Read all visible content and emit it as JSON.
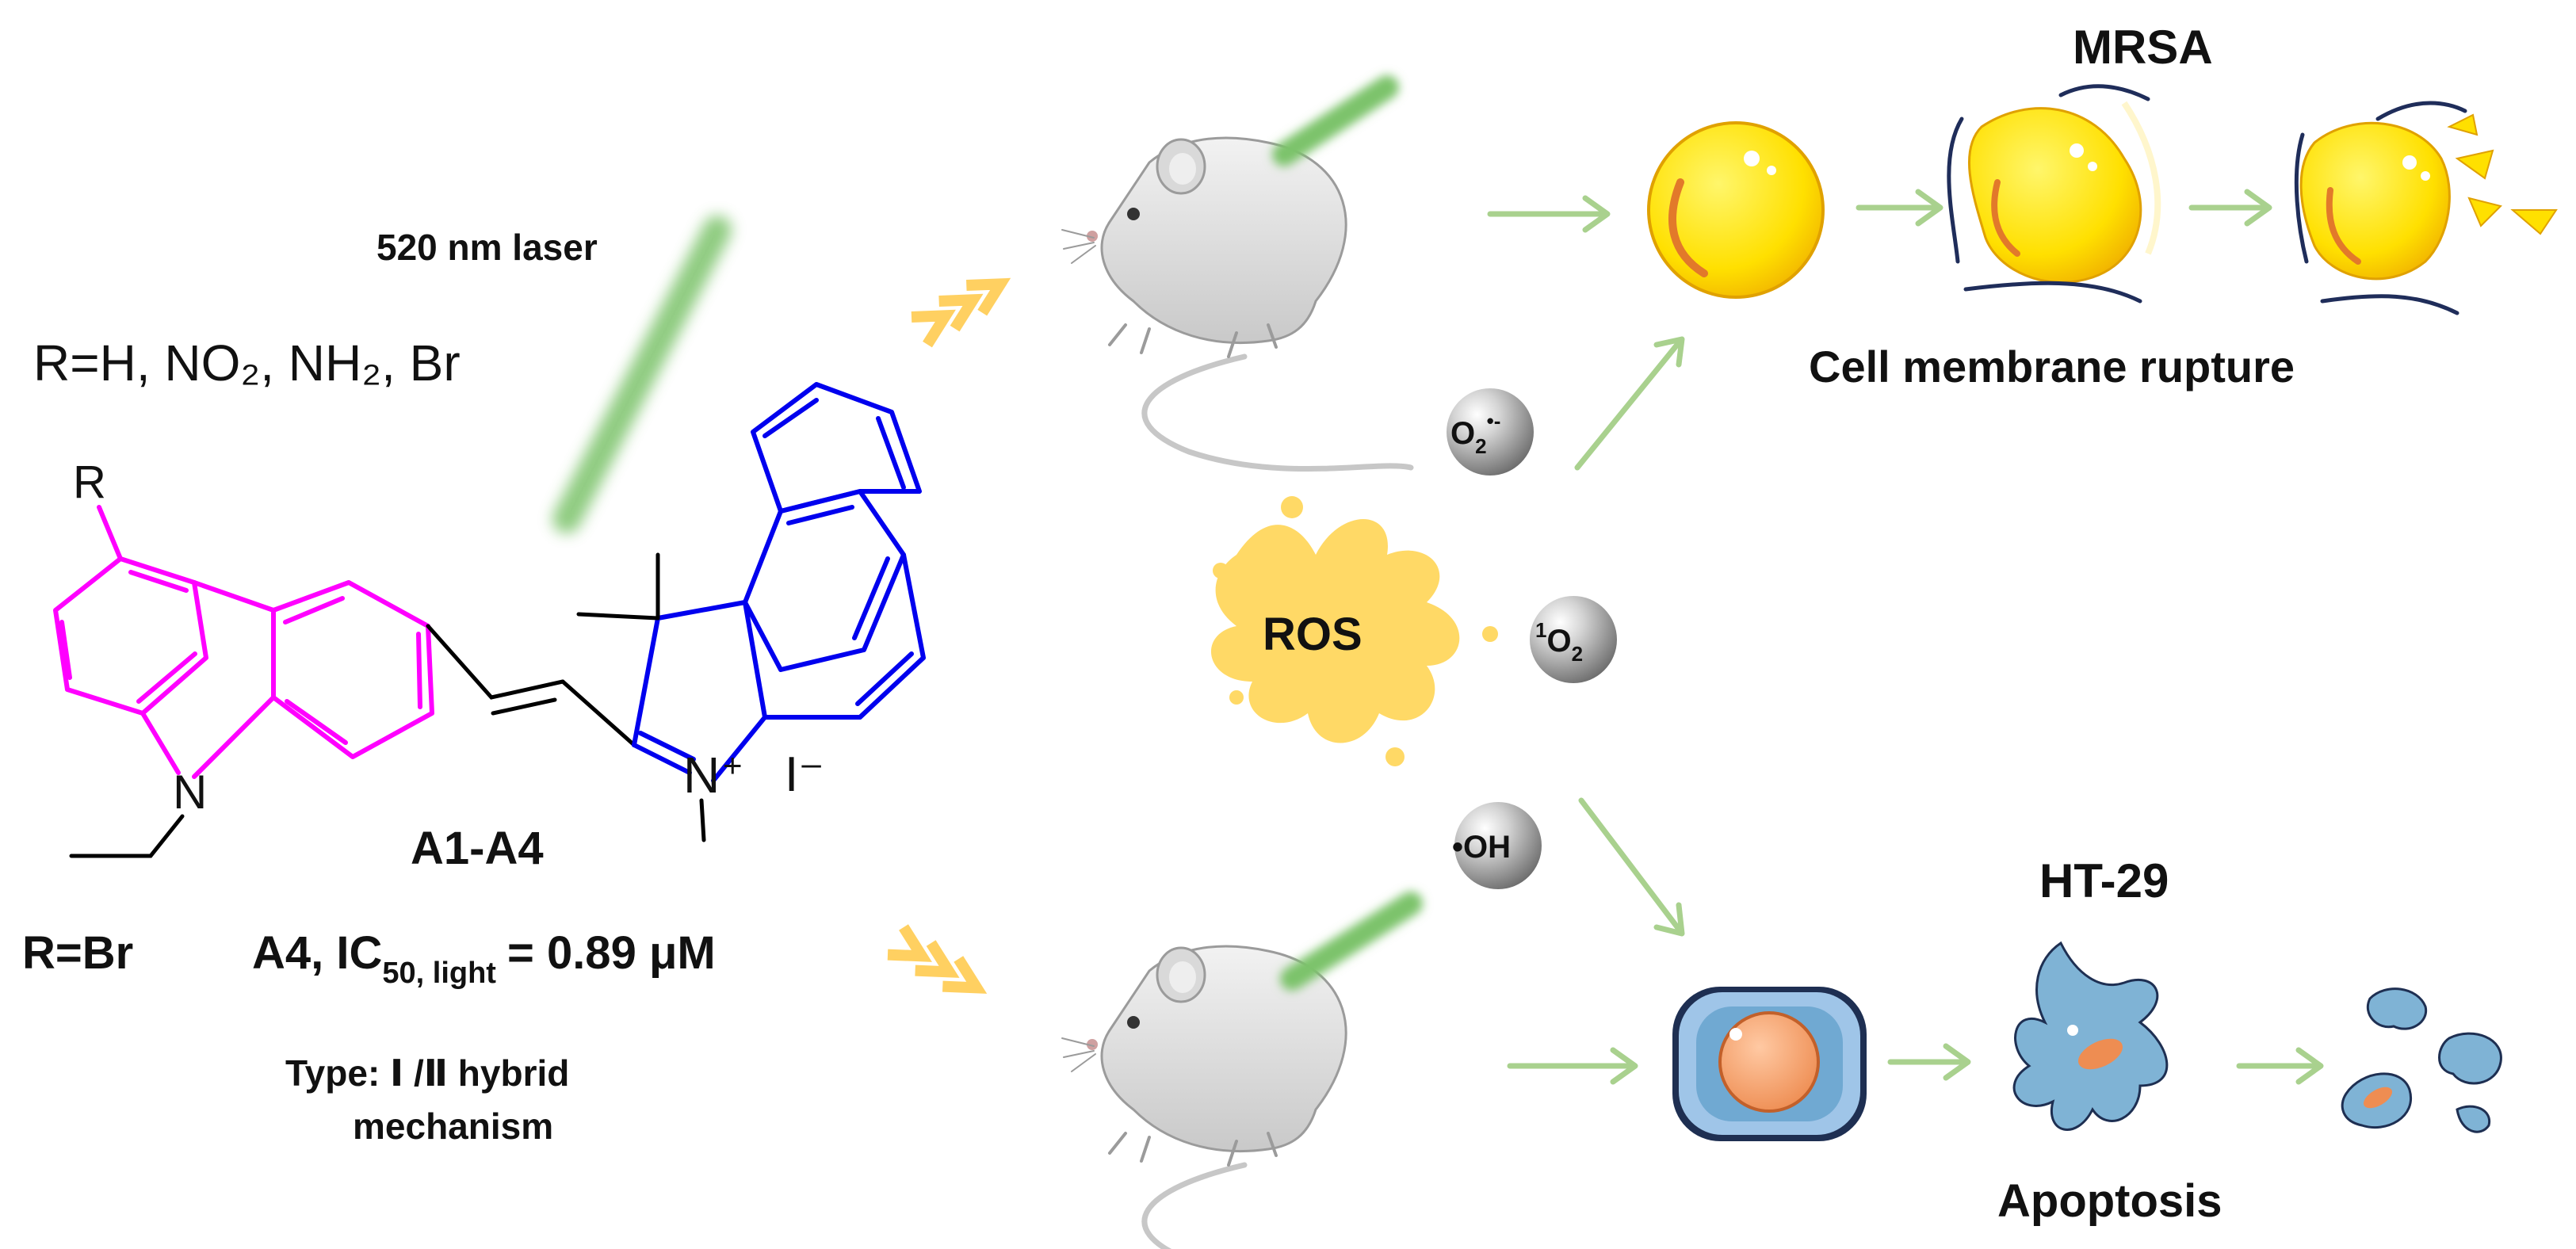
{
  "molecule": {
    "laser_label": "520 nm laser",
    "substituents": "R=H, NO₂, NH₂, Br",
    "r_label": "R",
    "n_atom": "N",
    "n_plus": "N",
    "plus_sign": "+",
    "counterion": "I⁻",
    "compound_range": "A1-A4",
    "selected_r": "R=Br",
    "ic50_prefix": "A4, IC",
    "ic50_subscript": "50, light",
    "ic50_value": "= 0.89 μM",
    "mechanism_line1": "Type: Ⅰ /Ⅱ hybrid",
    "mechanism_line2": "mechanism"
  },
  "ros": {
    "label": "ROS",
    "species": {
      "superoxide_base": "O",
      "superoxide_sub": "2",
      "superoxide_sup": "•-",
      "singlet_sup": "1",
      "singlet_base": "O",
      "singlet_sub": "2",
      "hydroxyl": "•OH"
    }
  },
  "bacteria_pathway": {
    "target": "MRSA",
    "outcome": "Cell membrane rupture"
  },
  "cancer_pathway": {
    "target": "HT-29",
    "outcome": "Apoptosis"
  },
  "colors": {
    "carbazole": "#ff00ff",
    "indolium": "#0000ee",
    "laser": "#7cc36a",
    "arrow": "#a9d18e",
    "chevron": "#ffc845",
    "ros_splash": "#ffd966",
    "bacterium": "#ffe000",
    "cancer_cell": "#7fb3d5"
  }
}
